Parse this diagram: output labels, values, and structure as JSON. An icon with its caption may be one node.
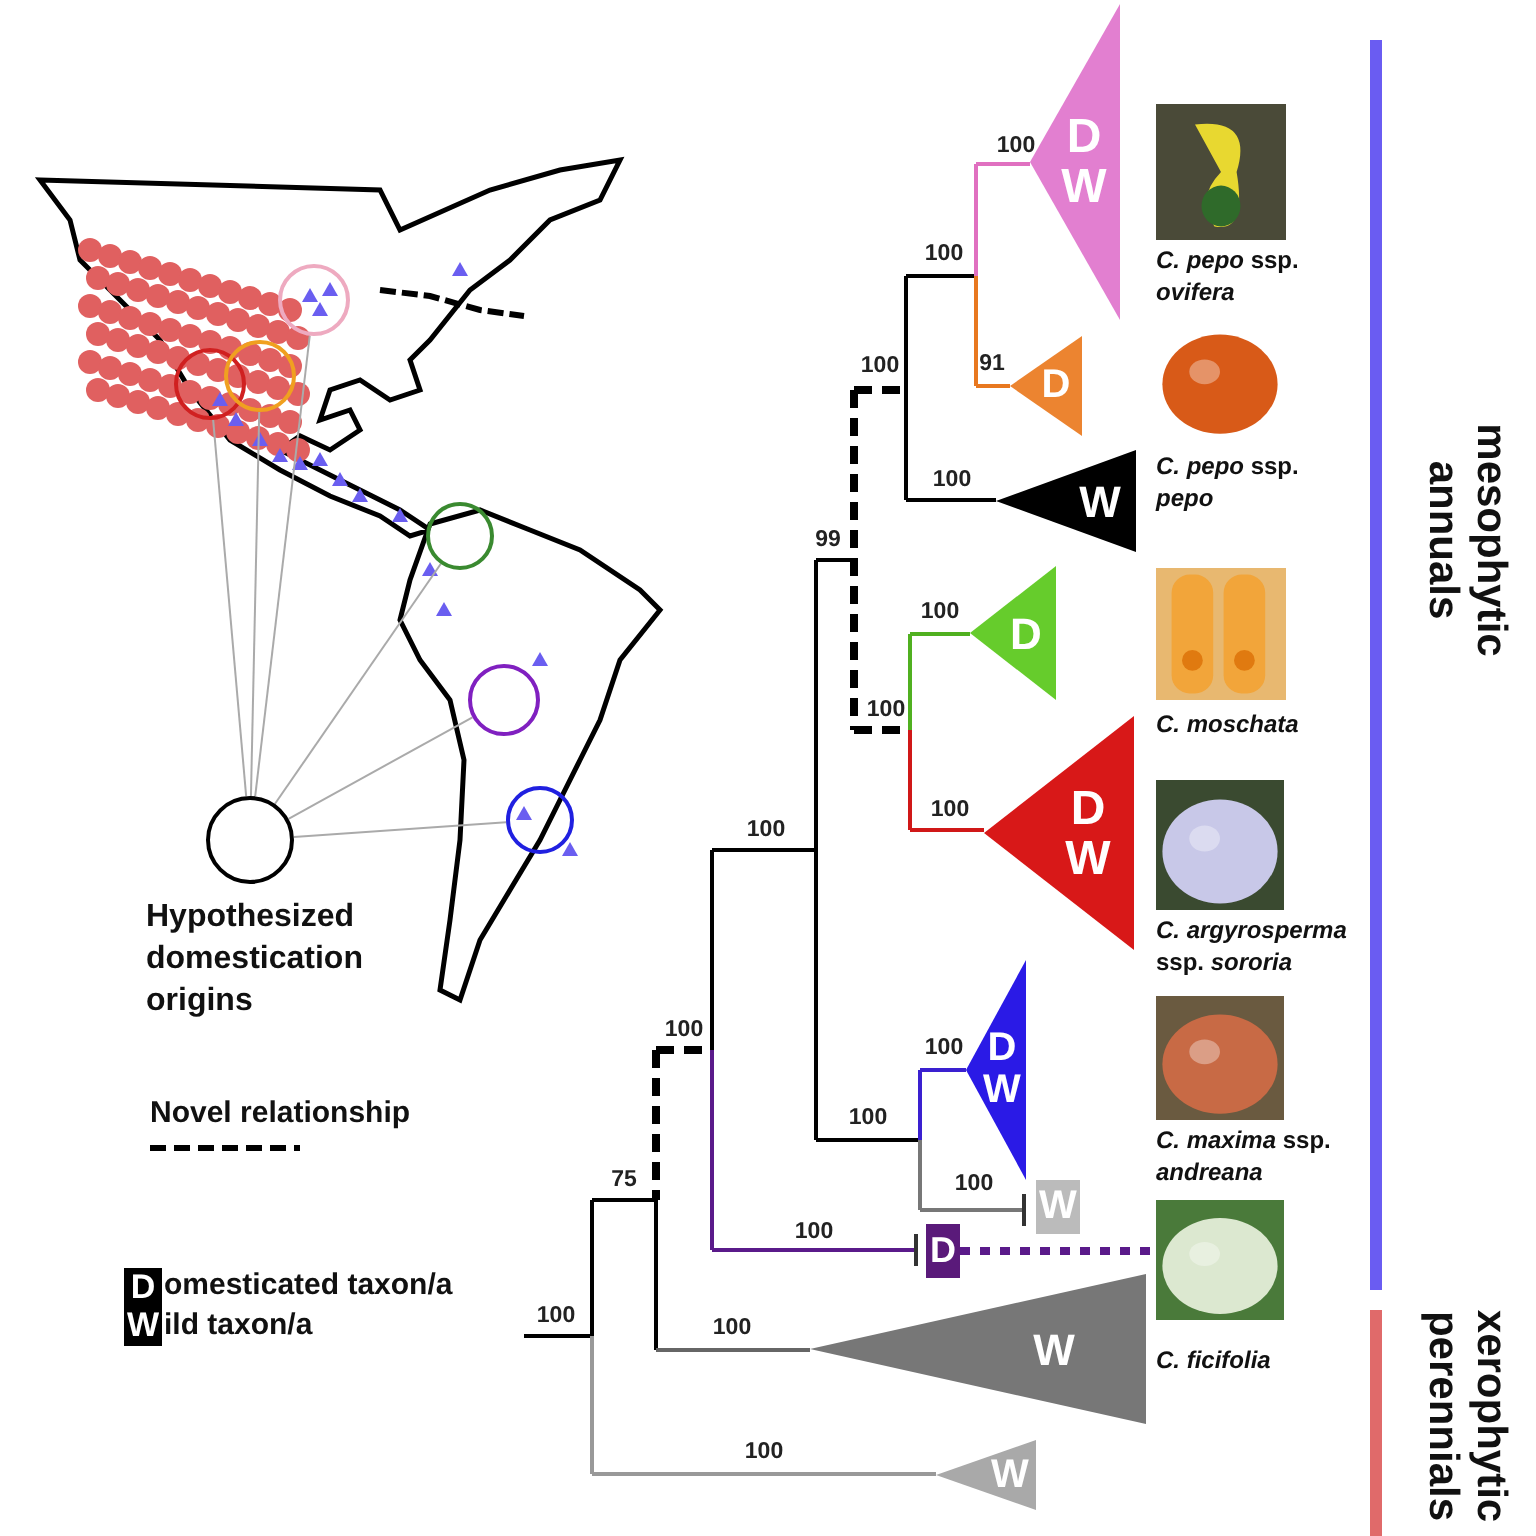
{
  "diagram": {
    "nodes": [
      {
        "text": [
          "Hypothesized domestication origins"
        ]
      },
      {
        "text": [],
        "shape": "circle"
      },
      {
        "text": [],
        "shape": "circle"
      },
      {
        "text": [],
        "shape": "circle"
      },
      {
        "text": [],
        "shape": "circle"
      },
      {
        "text": [],
        "shape": "circle"
      },
      {
        "text": [],
        "shape": "circle"
      },
      {
        "text": [
          "D",
          "W"
        ]
      },
      {
        "text": [
          "D"
        ]
      },
      {
        "text": [
          "W"
        ]
      },
      {
        "text": [
          "D"
        ]
      },
      {
        "text": [
          "D",
          "W"
        ]
      },
      {
        "text": [
          "D",
          "W"
        ]
      },
      {
        "text": [
          "W"
        ]
      },
      {
        "text": [
          "D"
        ]
      },
      {
        "text": [
          "W"
        ]
      },
      {
        "text": [
          "W"
        ]
      },
      {
        "text": [],
        "shape": "picture"
      },
      {
        "text": [],
        "shape": "picture"
      },
      {
        "text": [],
        "shape": "picture"
      },
      {
        "text": [],
        "shape": "picture"
      },
      {
        "text": [],
        "shape": "picture"
      },
      {
        "text": [],
        "shape": "picture"
      }
    ],
    "edges": [
      {
        "from": 0,
        "to": 1,
        "arrow": "none"
      },
      {
        "from": 0,
        "to": 2,
        "arrow": "none"
      },
      {
        "from": 0,
        "to": 3,
        "arrow": "none"
      },
      {
        "from": 0,
        "to": 4,
        "arrow": "none"
      },
      {
        "from": 0,
        "to": 5,
        "arrow": "none"
      },
      {
        "from": 0,
        "to": 6,
        "arrow": "none"
      },
      {
        "from": 14,
        "to": 22,
        "arrow": "none",
        "style": "dashed",
        "color": "#5a1a8a"
      }
    ],
    "labels": [
      "100",
      "100",
      "100",
      "91",
      "100",
      "99",
      "100",
      "100",
      "100",
      "100",
      "100",
      "100",
      "100",
      "75",
      "100",
      "100",
      "100",
      "100",
      "100",
      "D",
      "omesticated taxon/a",
      "W",
      "ild taxon/a",
      "mesophytic annuals",
      "xerophytic perennials",
      "*C. pepo* ssp. *ovifera*",
      "*C. pepo* ssp. *pepo*",
      "*C. moschata*",
      "*C. argyrosperma* ssp. *sororia*",
      "*C. maxima* ssp. *andreana*",
      "*C. ficifolia*"
    ],
    "legend": [
      {
        "text": "Novel relationship"
      }
    ]
  }
}
